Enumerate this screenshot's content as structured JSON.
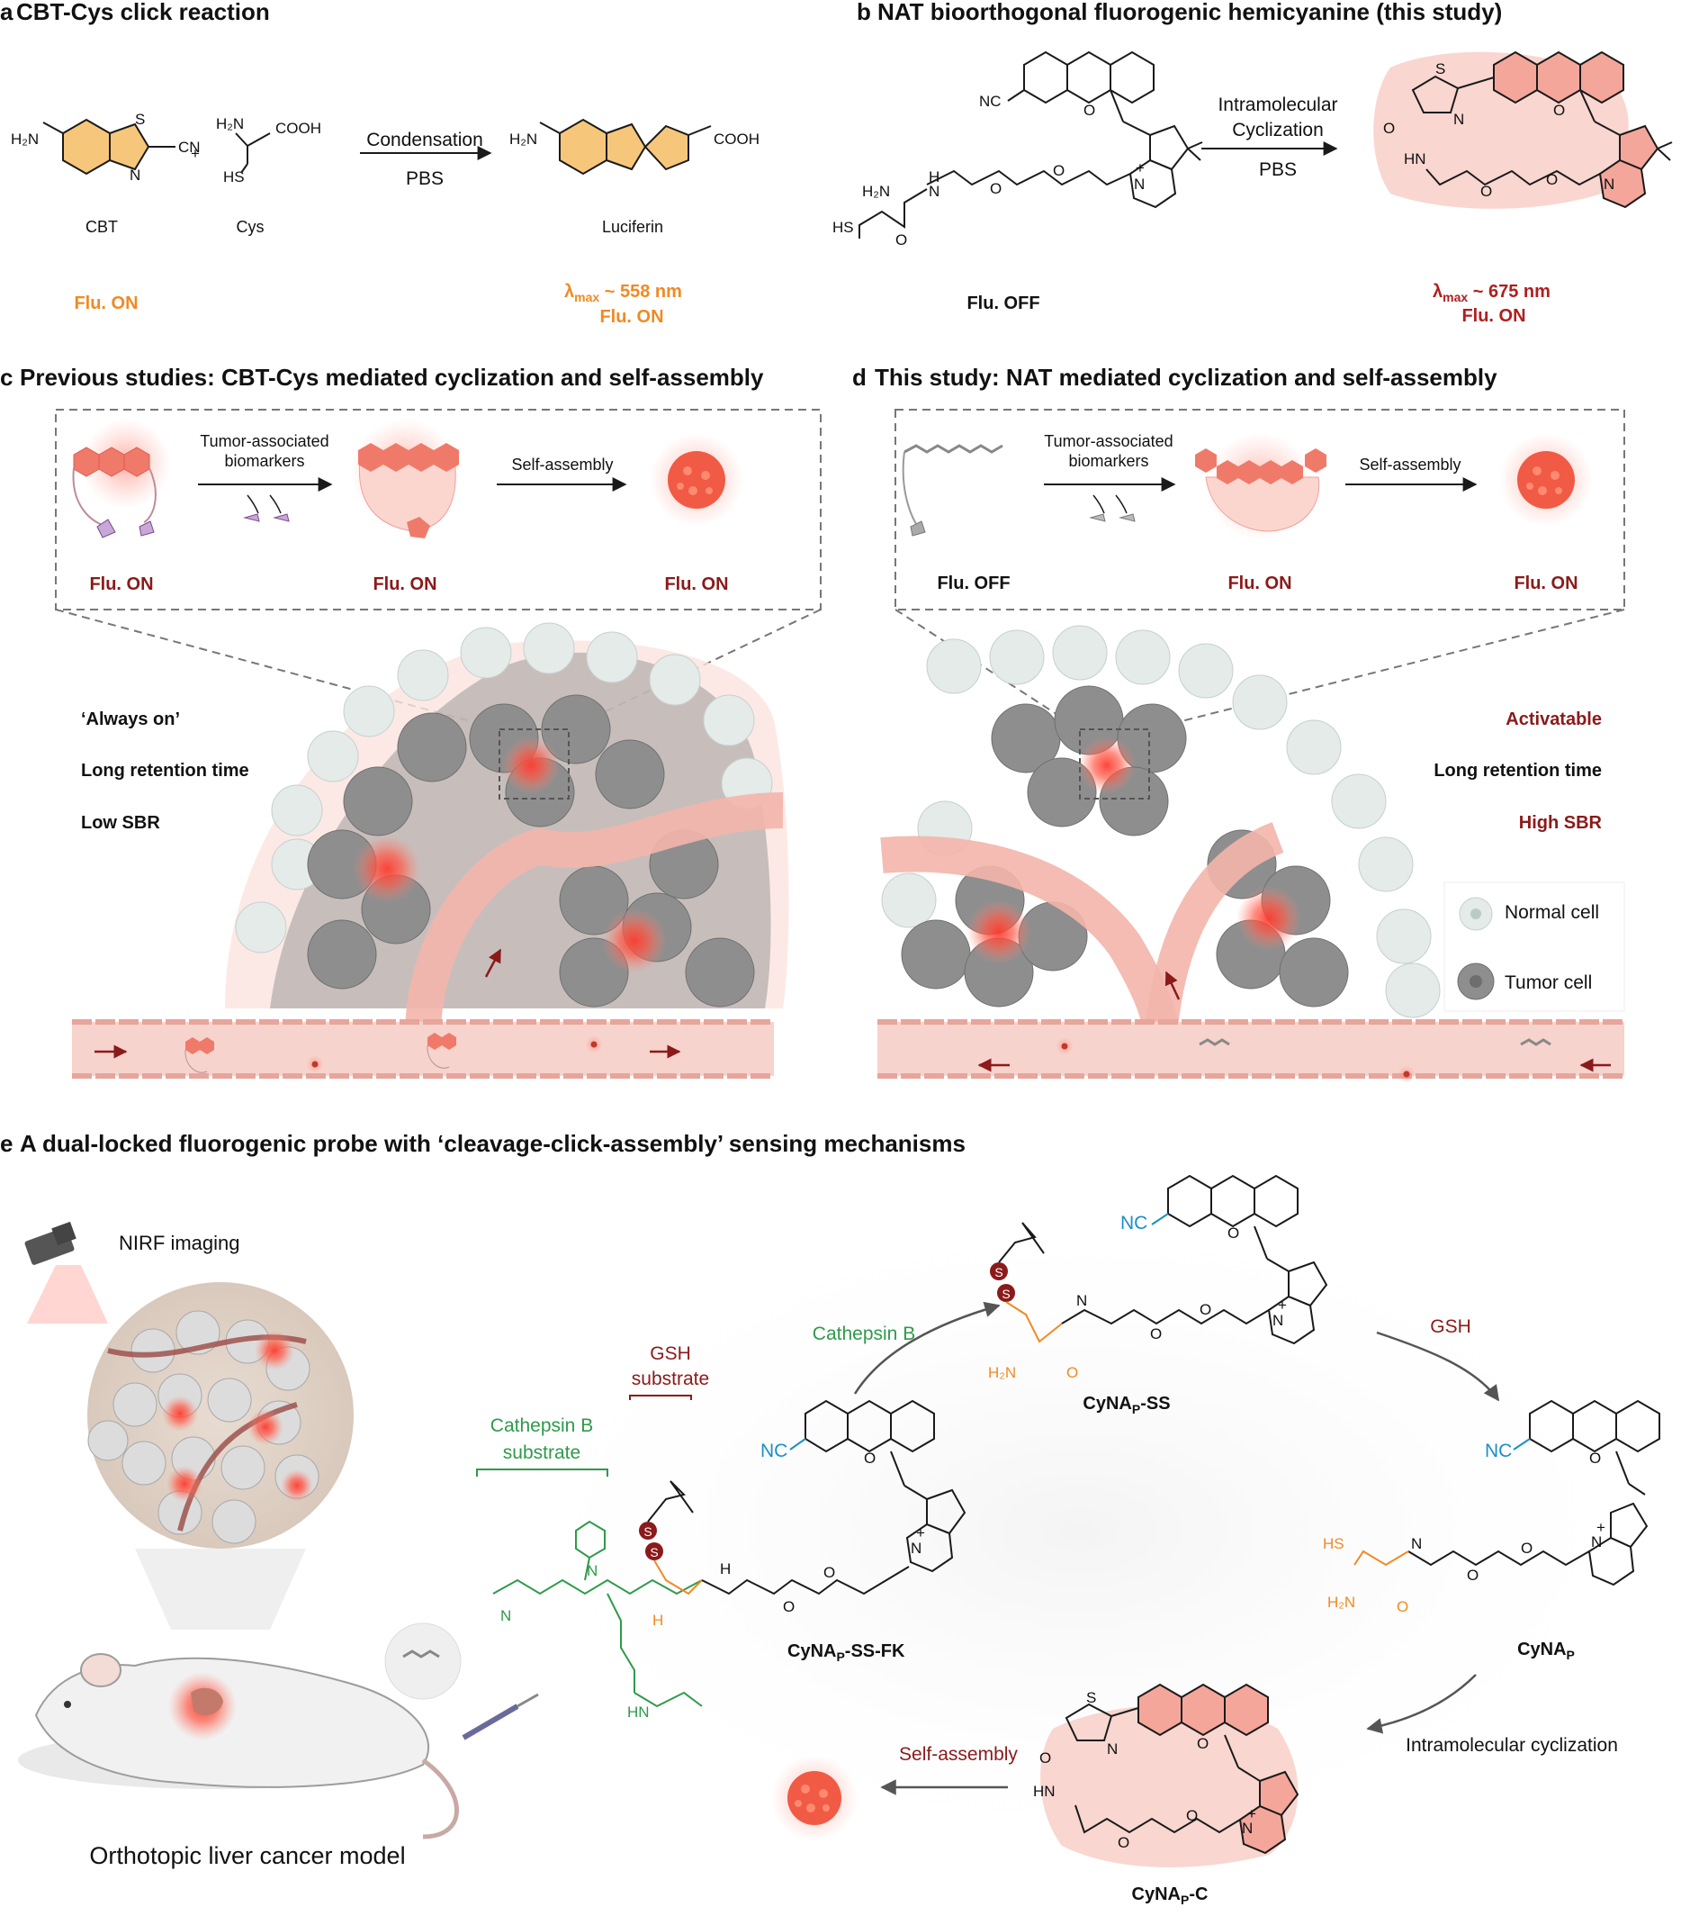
{
  "panel_a": {
    "letter": "a",
    "title": "CBT-Cys click reaction",
    "cbt_amine": "H₂N",
    "cbt_cn": "CN",
    "cbt_s": "S",
    "cbt_n": "N",
    "plus": "+",
    "cys_h2n": "H₂N",
    "cys_cooh": "COOH",
    "cys_hs": "HS",
    "arrow_top": "Condensation",
    "arrow_bottom": "PBS",
    "luc_h2n": "H₂N",
    "luc_cooh": "COOH",
    "cbt_name": "CBT",
    "cys_name": "Cys",
    "luciferin_name": "Luciferin",
    "flu_left": "Flu. ON",
    "lambda_symbol": "λ",
    "lambda_sub": "max",
    "lambda_value": " ~ 558 nm",
    "flu_right": "Flu. ON"
  },
  "panel_b": {
    "letter": "b",
    "title": "NAT bioorthogonal fluorogenic hemicyanine (this study)",
    "nc": "NC",
    "o": "O",
    "n_plus": "N",
    "plus": "+",
    "h2n": "H₂N",
    "nh": "N",
    "h": "H",
    "hs": "HS",
    "carbonyl_o": "O",
    "arrow_top_1": "Intramolecular",
    "arrow_top_2": "Cyclization",
    "arrow_bottom": "PBS",
    "flu_left": "Flu. OFF",
    "lambda_symbol": "λ",
    "lambda_sub": "max",
    "lambda_value": " ~ 675 nm",
    "flu_right": "Flu. ON",
    "prod_s": "S",
    "prod_n": "N",
    "prod_o": "O",
    "prod_hn": "HN"
  },
  "panel_c": {
    "letter": "c",
    "title": "Previous studies: CBT-Cys mediated cyclization and self-assembly",
    "step1_line1": "Tumor-associated",
    "step1_line2": "biomarkers",
    "step2": "Self-assembly",
    "flu1": "Flu. ON",
    "flu2": "Flu. ON",
    "flu3": "Flu. ON",
    "prop1": "‘Always on’",
    "prop2": "Long retention time",
    "prop3": "Low SBR"
  },
  "panel_d": {
    "letter": "d",
    "title": "This study: NAT mediated cyclization and self-assembly",
    "step1_line1": "Tumor-associated",
    "step1_line2": "biomarkers",
    "step2": "Self-assembly",
    "flu1": "Flu. OFF",
    "flu2": "Flu. ON",
    "flu3": "Flu. ON",
    "prop1": "Activatable",
    "prop2": "Long retention time",
    "prop3": "High SBR",
    "legend_normal": "Normal cell",
    "legend_tumor": "Tumor cell"
  },
  "panel_e": {
    "letter": "e",
    "title": "A dual-locked fluorogenic probe with ‘cleavage-click-assembly’ sensing mechanisms",
    "nirf": "NIRF imaging",
    "model": "Orthotopic liver cancer model",
    "cathepsin_sub_1": "Cathepsin B",
    "cathepsin_sub_2": "substrate",
    "gsh_sub_1": "GSH",
    "gsh_sub_2": "substrate",
    "cathepsin_arrow": "Cathepsin B",
    "gsh_arrow": "GSH",
    "intramolecular": "Intramolecular cyclization",
    "self_assembly": "Self-assembly",
    "name_sskf": "CyNA",
    "name_sskf_sub": "P",
    "name_sskf_suffix": "-SS-FK",
    "name_ss": "CyNA",
    "name_ss_sub": "P",
    "name_ss_suffix": "-SS",
    "name_p": "CyNA",
    "name_p_sub": "P",
    "name_c": "CyNA",
    "name_c_sub": "P",
    "name_c_suffix": "-C",
    "nc": "NC",
    "o": "O",
    "n": "N",
    "plus": "+",
    "s": "S",
    "h": "H",
    "h2n": "H₂N",
    "hs": "HS",
    "hn": "HN",
    "nh": "N"
  },
  "colors": {
    "orange": "#f08a24",
    "red": "#b01e1e",
    "darkred": "#8b1a1a",
    "green": "#2e9a4a",
    "blue": "#1b8fc9",
    "pink_fill": "#f7c8c0",
    "tumor_gray": "#8a8a8a",
    "normal_cell": "#dfe8e6"
  }
}
